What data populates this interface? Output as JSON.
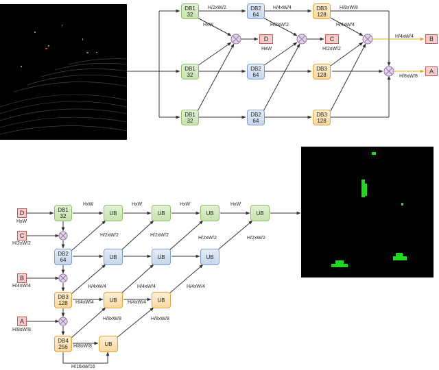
{
  "top": {
    "db1": {
      "name": "DB1",
      "ch": "32"
    },
    "db2": {
      "name": "DB2",
      "ch": "64"
    },
    "db3": {
      "name": "DB3",
      "ch": "128"
    },
    "out_d": "D",
    "out_c": "C",
    "out_b": "B",
    "out_a": "A",
    "l_h2w2": "H/2xW/2",
    "l_h4w4": "H/4xW/4",
    "l_h8w8": "H/8xW/8",
    "l_hxw": "HxW",
    "l_hxw_d": "HxW",
    "l_h2w2_b": "H/2xW/2",
    "l_h4w4_b": "H/4xW/4",
    "l_c": "H/2xW/2",
    "l_b": "H/4xW/4",
    "l_a": "H/8xW/8"
  },
  "bottom": {
    "in_d": "D",
    "in_c": "C",
    "in_b": "B",
    "in_a": "A",
    "d_lab": "HxW",
    "c_lab": "H/2xW/2",
    "b_lab": "H/4xW/4",
    "a_lab": "H/8xW/8",
    "db1": {
      "name": "DB1",
      "ch": "32"
    },
    "db2": {
      "name": "DB2",
      "ch": "64"
    },
    "db3": {
      "name": "DB3",
      "ch": "128"
    },
    "db4": {
      "name": "DB4",
      "ch": "256"
    },
    "ub": "UB",
    "hxw": "HxW",
    "h2w2": "H/2xW/2",
    "h4w4": "H/4xW/4",
    "h8w8": "H/8xW/8",
    "h16w16": "H/16xW/16"
  },
  "colors": {
    "green": "#82b366",
    "blue": "#6c8ebf",
    "orange": "#d79b00",
    "pink": "#b85450",
    "line": "#333333",
    "yellowline": "#e6a817"
  }
}
